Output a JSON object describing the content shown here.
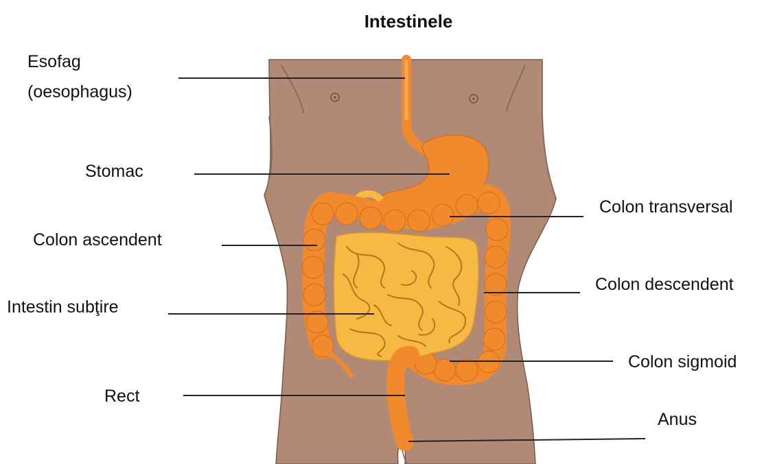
{
  "title": "Intestinele",
  "labels": {
    "esofag": "Esofag",
    "esofag_alt": "(oesophagus)",
    "stomac": "Stomac",
    "colon_ascendent": "Colon ascendent",
    "intestin_subtire": "Intestin subţire",
    "rect": "Rect",
    "colon_transversal": "Colon transversal",
    "colon_descendent": "Colon descendent",
    "colon_sigmoid": "Colon sigmoid",
    "anus": "Anus"
  },
  "colors": {
    "skin": "#b08a76",
    "skin_outline": "#7a5a4a",
    "colon": "#f08a2c",
    "colon_outline": "#d9701a",
    "small_intestine": "#f8b844",
    "small_intestine_line": "#b8741a",
    "esophagus_highlight": "#f5a95e"
  }
}
